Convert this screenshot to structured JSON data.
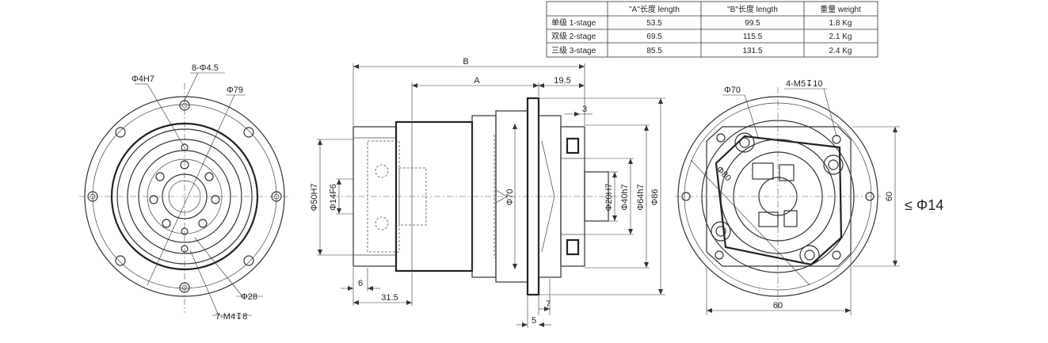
{
  "spec_table": {
    "headers": [
      "",
      "\"A\"长度 length",
      "\"B\"长度 length",
      "重量 weight"
    ],
    "rows": [
      [
        "单级 1-stage",
        "53.5",
        "99.5",
        "1.8 Kg"
      ],
      [
        "双级 2-stage",
        "69.5",
        "115.5",
        "2.1 Kg"
      ],
      [
        "三级 3-stage",
        "85.5",
        "131.5",
        "2.4 Kg"
      ]
    ]
  },
  "front_view": {
    "labels": {
      "bore": "Φ4H7",
      "holes": "8-Φ4.5",
      "pcd": "Φ79",
      "hub": "Φ28",
      "tapped": "7-M4↧8"
    }
  },
  "side_view": {
    "labels": {
      "b": "B",
      "a": "A",
      "d19_5": "19.5",
      "d3": "3",
      "shaft_bore": "Φ50H7",
      "shaft": "Φ14F6",
      "body": "Φ70",
      "spigot1": "Φ20H7",
      "spigot2": "Φ40h7",
      "spigot3": "Φ64h7",
      "flange": "Φ86",
      "d6": "6",
      "d31_5": "31.5",
      "d7": "7",
      "d5": "5"
    }
  },
  "rear_view": {
    "labels": {
      "body": "Φ70",
      "tapped": "4-M5↧10",
      "pcd": "Φ80",
      "height": "60",
      "width": "60",
      "motor_shaft": "≤ Φ14"
    }
  }
}
